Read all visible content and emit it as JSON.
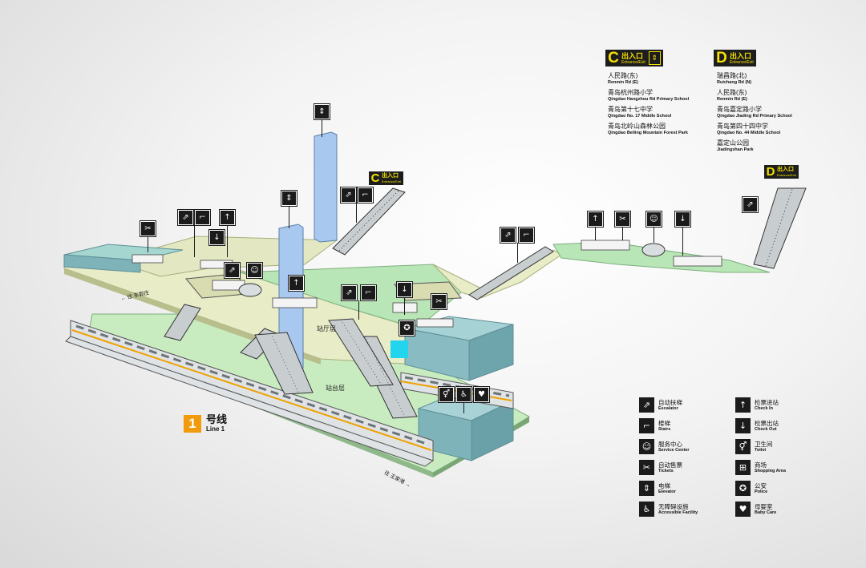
{
  "exits": {
    "c_main": {
      "letter": "C",
      "zh": "出入口",
      "en": "Entrance/Exit",
      "elevator_icon": "elevator-icon"
    },
    "d_main": {
      "letter": "D",
      "zh": "出入口",
      "en": "Entrance/Exit"
    },
    "c_small": {
      "letter": "C",
      "zh": "出入口",
      "en": "Entrance/Exit"
    },
    "d_small": {
      "letter": "D",
      "zh": "出入口",
      "en": "Entrance/Exit"
    }
  },
  "destinations_c": [
    {
      "zh": "人民路(东)",
      "en": "Renmin Rd (E)"
    },
    {
      "zh": "青岛杭州路小学",
      "en": "Qingdao Hangzhou Rd Primary School"
    },
    {
      "zh": "青岛第十七中学",
      "en": "Qingdao No. 17 Middle School"
    },
    {
      "zh": "青岛北岭山森林公园",
      "en": "Qingdao Beiling Mountain Forest Park"
    }
  ],
  "destinations_d": [
    {
      "zh": "瑞昌路(北)",
      "en": "Ruichang Rd (N)"
    },
    {
      "zh": "人民路(东)",
      "en": "Renmin Rd (E)"
    },
    {
      "zh": "青岛嘉定路小学",
      "en": "Qingdao Jiading Rd Primary School"
    },
    {
      "zh": "青岛第四十四中学",
      "en": "Qingdao No. 44 Middle School"
    },
    {
      "zh": "嘉定山公园",
      "en": "Jiadingshan Park"
    }
  ],
  "floors": {
    "concourse": "站厅层",
    "platform": "站台层"
  },
  "directions": {
    "west_zh": "往 东郭庄",
    "south_zh": "往 王家港"
  },
  "line": {
    "number": "1",
    "zh": "号线",
    "en": "Line 1"
  },
  "legend": [
    {
      "icon": "escalator-icon",
      "glyph": "⇗",
      "zh": "自动扶梯",
      "en": "Escalator"
    },
    {
      "icon": "stairs-icon",
      "glyph": "⌐",
      "zh": "楼梯",
      "en": "Stairs"
    },
    {
      "icon": "service-center-icon",
      "glyph": "☺",
      "zh": "服务中心",
      "en": "Service Center"
    },
    {
      "icon": "tickets-icon",
      "glyph": "✂",
      "zh": "自动售票",
      "en": "Tickets"
    },
    {
      "icon": "elevator-icon",
      "glyph": "⇕",
      "zh": "电梯",
      "en": "Elevator"
    },
    {
      "icon": "accessible-icon",
      "glyph": "♿",
      "zh": "无障碍设施",
      "en": "Accessible Facility"
    },
    {
      "icon": "check-in-icon",
      "glyph": "↑",
      "zh": "检票进站",
      "en": "Check In"
    },
    {
      "icon": "check-out-icon",
      "glyph": "↓",
      "zh": "检票出站",
      "en": "Check Out"
    },
    {
      "icon": "toilet-icon",
      "glyph": "⚥",
      "zh": "卫生间",
      "en": "Toilet"
    },
    {
      "icon": "shopping-icon",
      "glyph": "⊞",
      "zh": "商场",
      "en": "Shopping Area"
    },
    {
      "icon": "police-icon",
      "glyph": "✪",
      "zh": "公安",
      "en": "Police"
    },
    {
      "icon": "baby-care-icon",
      "glyph": "♥",
      "zh": "母婴室",
      "en": "Baby Care"
    }
  ],
  "colors": {
    "concourse": "#e8ecc7",
    "platform": "#c8ecc0",
    "green_floor": "#b9e6b6",
    "tower": "#a8c8f0",
    "room": "#8fc1c8",
    "train_stripe": "#f0a000",
    "badge_bg": "#1d1d1d",
    "badge_fg": "#f6e000",
    "line_badge": "#f19a0c"
  }
}
